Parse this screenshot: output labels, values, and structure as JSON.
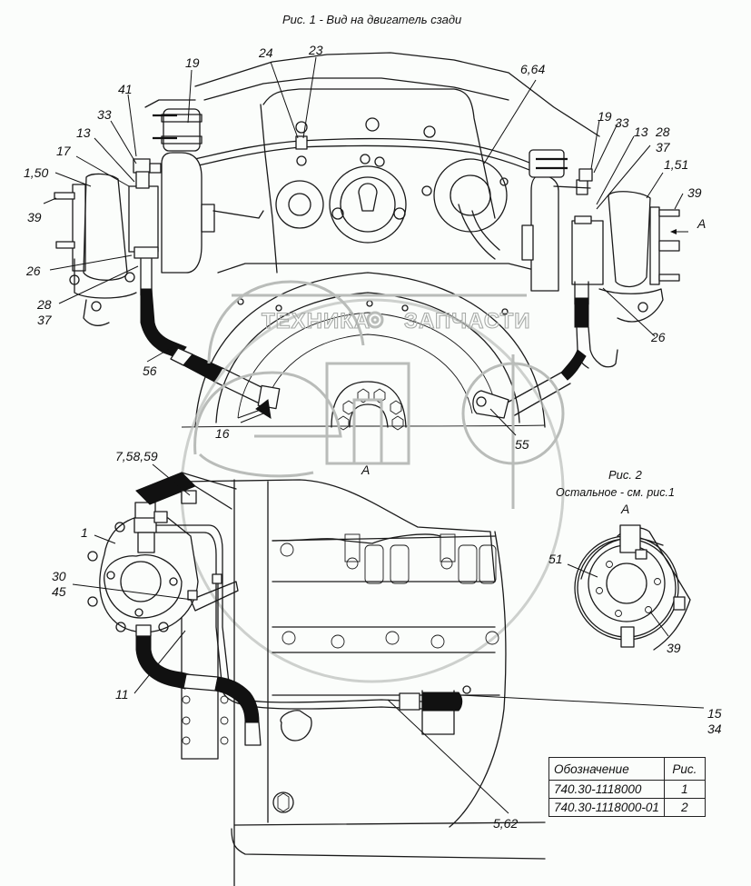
{
  "figure1": {
    "title": "Рис. 1  - Вид на двигатель сзади",
    "view_marker": "A",
    "callouts": [
      {
        "id": "c-19-left",
        "text": "19"
      },
      {
        "id": "c-41",
        "text": "41"
      },
      {
        "id": "c-33-left",
        "text": "33"
      },
      {
        "id": "c-13-left",
        "text": "13"
      },
      {
        "id": "c-17",
        "text": "17"
      },
      {
        "id": "c-1-50",
        "text": "1,50"
      },
      {
        "id": "c-39-left",
        "text": "39"
      },
      {
        "id": "c-26-left",
        "text": "26"
      },
      {
        "id": "c-28-left",
        "text": "28"
      },
      {
        "id": "c-37-left",
        "text": "37"
      },
      {
        "id": "c-24",
        "text": "24"
      },
      {
        "id": "c-23",
        "text": "23"
      },
      {
        "id": "c-6-64",
        "text": "6,64"
      },
      {
        "id": "c-19-right",
        "text": "19"
      },
      {
        "id": "c-33-right",
        "text": "33"
      },
      {
        "id": "c-13-right",
        "text": "13"
      },
      {
        "id": "c-28-right",
        "text": "28"
      },
      {
        "id": "c-37-right",
        "text": "37"
      },
      {
        "id": "c-1-51",
        "text": "1,51"
      },
      {
        "id": "c-39-right",
        "text": "39"
      },
      {
        "id": "c-a-arrow",
        "text": "A"
      },
      {
        "id": "c-26-right",
        "text": "26"
      },
      {
        "id": "c-56",
        "text": "56"
      },
      {
        "id": "c-16",
        "text": "16"
      },
      {
        "id": "c-55",
        "text": "55"
      }
    ]
  },
  "figure_lower": {
    "callouts": [
      {
        "id": "c-7-58-59",
        "text": "7,58,59"
      },
      {
        "id": "c-1",
        "text": "1"
      },
      {
        "id": "c-30",
        "text": "30"
      },
      {
        "id": "c-45",
        "text": "45"
      },
      {
        "id": "c-11",
        "text": "11"
      },
      {
        "id": "c-15",
        "text": "15"
      },
      {
        "id": "c-34",
        "text": "34"
      },
      {
        "id": "c-5-62",
        "text": "5,62"
      }
    ]
  },
  "figure2": {
    "title": "Рис. 2",
    "subtitle": "Остальное - см. рис.1",
    "view_label": "A",
    "callouts": [
      {
        "id": "c-51",
        "text": "51"
      },
      {
        "id": "c-39-fig2",
        "text": "39"
      }
    ]
  },
  "watermark": {
    "left_text": "ТЕХНИКА",
    "right_text": "ЗАПЧАСТИ",
    "logo_letters": "ЭПФ"
  },
  "spec_table": {
    "headers": [
      "Обозначение",
      "Рис."
    ],
    "rows": [
      {
        "designation": "740.30-1118000",
        "figure": "1"
      },
      {
        "designation": "740.30-1118000-01",
        "figure": "2"
      }
    ]
  }
}
